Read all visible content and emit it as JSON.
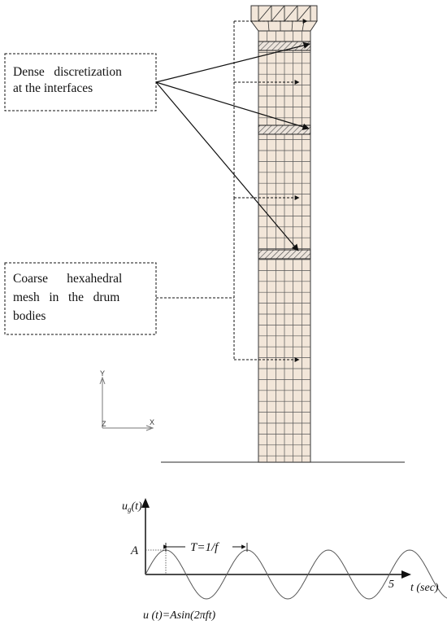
{
  "callouts": {
    "interfaces": {
      "line1": "Dense   discretization",
      "line2": "at the interfaces"
    },
    "drums": {
      "line1": "Coarse      hexahedral",
      "line2": "mesh   in   the   drum",
      "line3": "bodies"
    }
  },
  "axes_triad": {
    "y_label": "Y",
    "z_label": "Z",
    "x_label": "X"
  },
  "excitation": {
    "y_label_base": "u",
    "y_label_sub": "g",
    "y_label_arg": "(t)",
    "amplitude_label": "A",
    "period_label": "T=1/f",
    "x_tick_label": "5",
    "x_axis_label": "t (sec)",
    "equation": "u (t)=Asin(2πft)",
    "cycles": 4,
    "duration_sec": 5
  }
}
